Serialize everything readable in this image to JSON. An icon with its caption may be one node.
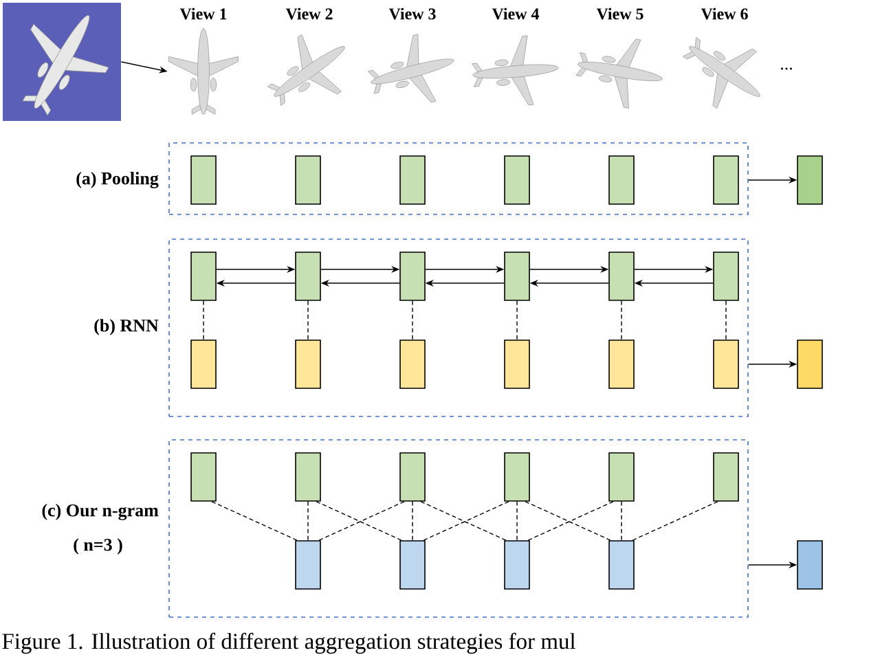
{
  "diagram": {
    "caption": "Figure 1. Illustration of different aggregation strategies for mul",
    "nodes": [
      {
        "text": [],
        "shape": "picture"
      },
      {
        "text": [],
        "shape": "picture",
        "beside": [
          "View 1"
        ]
      },
      {
        "text": [],
        "shape": "picture",
        "beside": [
          "View 2"
        ]
      },
      {
        "text": [],
        "shape": "picture",
        "beside": [
          "View 3"
        ]
      },
      {
        "text": [],
        "shape": "picture",
        "beside": [
          "View 4"
        ]
      },
      {
        "text": [],
        "shape": "picture",
        "beside": [
          "View 5"
        ]
      },
      {
        "text": [],
        "shape": "picture",
        "beside": [
          "View 6"
        ]
      },
      {
        "text": [
          "(a) Pooling"
        ]
      },
      {
        "text": [],
        "shape": "box",
        "in": 7
      },
      {
        "text": [],
        "shape": "box",
        "in": 7
      },
      {
        "text": [],
        "shape": "box",
        "in": 7
      },
      {
        "text": [],
        "shape": "box",
        "in": 7
      },
      {
        "text": [],
        "shape": "box",
        "in": 7
      },
      {
        "text": [],
        "shape": "box",
        "in": 7
      },
      {
        "text": [],
        "shape": "box"
      },
      {
        "text": [
          "(b) RNN"
        ]
      },
      {
        "text": [],
        "shape": "box",
        "in": 15
      },
      {
        "text": [],
        "shape": "box",
        "in": 15
      },
      {
        "text": [],
        "shape": "box",
        "in": 15
      },
      {
        "text": [],
        "shape": "box",
        "in": 15
      },
      {
        "text": [],
        "shape": "box",
        "in": 15
      },
      {
        "text": [],
        "shape": "box",
        "in": 15
      },
      {
        "text": [],
        "shape": "box",
        "in": 15
      },
      {
        "text": [],
        "shape": "box",
        "in": 15
      },
      {
        "text": [],
        "shape": "box",
        "in": 15
      },
      {
        "text": [],
        "shape": "box",
        "in": 15
      },
      {
        "text": [],
        "shape": "box",
        "in": 15
      },
      {
        "text": [],
        "shape": "box",
        "in": 15
      },
      {
        "text": [],
        "shape": "box"
      },
      {
        "text": [
          "(c) Our n-gram",
          "( n=3 )"
        ]
      },
      {
        "text": [],
        "shape": "box",
        "in": 29
      },
      {
        "text": [],
        "shape": "box",
        "in": 29
      },
      {
        "text": [],
        "shape": "box",
        "in": 29
      },
      {
        "text": [],
        "shape": "box",
        "in": 29
      },
      {
        "text": [],
        "shape": "box",
        "in": 29
      },
      {
        "text": [],
        "shape": "box",
        "in": 29
      },
      {
        "text": [],
        "shape": "box",
        "in": 29
      },
      {
        "text": [],
        "shape": "box",
        "in": 29
      },
      {
        "text": [],
        "shape": "box",
        "in": 29
      },
      {
        "text": [],
        "shape": "box",
        "in": 29
      },
      {
        "text": [],
        "shape": "box"
      }
    ],
    "edges": [
      {
        "from": 0,
        "to": 1,
        "arrow": "to"
      },
      {
        "from": 7,
        "to": 14,
        "arrow": "to"
      },
      {
        "from": 16,
        "to": 17,
        "arrow": "to"
      },
      {
        "from": 17,
        "to": 16,
        "arrow": "to"
      },
      {
        "from": 17,
        "to": 18,
        "arrow": "to"
      },
      {
        "from": 18,
        "to": 17,
        "arrow": "to"
      },
      {
        "from": 18,
        "to": 19,
        "arrow": "to"
      },
      {
        "from": 19,
        "to": 18,
        "arrow": "to"
      },
      {
        "from": 19,
        "to": 20,
        "arrow": "to"
      },
      {
        "from": 20,
        "to": 19,
        "arrow": "to"
      },
      {
        "from": 20,
        "to": 21,
        "arrow": "to"
      },
      {
        "from": 21,
        "to": 20,
        "arrow": "to"
      },
      {
        "from": 16,
        "to": 22,
        "arrow": "none",
        "style": "dashed"
      },
      {
        "from": 17,
        "to": 23,
        "arrow": "none",
        "style": "dashed"
      },
      {
        "from": 18,
        "to": 24,
        "arrow": "none",
        "style": "dashed"
      },
      {
        "from": 19,
        "to": 25,
        "arrow": "none",
        "style": "dashed"
      },
      {
        "from": 20,
        "to": 26,
        "arrow": "none",
        "style": "dashed"
      },
      {
        "from": 21,
        "to": 27,
        "arrow": "none",
        "style": "dashed"
      },
      {
        "from": 15,
        "to": 28,
        "arrow": "to"
      },
      {
        "from": 30,
        "to": 36,
        "arrow": "none",
        "style": "dashed"
      },
      {
        "from": 31,
        "to": 36,
        "arrow": "none",
        "style": "dashed"
      },
      {
        "from": 32,
        "to": 36,
        "arrow": "none",
        "style": "dashed"
      },
      {
        "from": 31,
        "to": 37,
        "arrow": "none",
        "style": "dashed"
      },
      {
        "from": 32,
        "to": 37,
        "arrow": "none",
        "style": "dashed"
      },
      {
        "from": 33,
        "to": 37,
        "arrow": "none",
        "style": "dashed"
      },
      {
        "from": 32,
        "to": 38,
        "arrow": "none",
        "style": "dashed"
      },
      {
        "from": 33,
        "to": 38,
        "arrow": "none",
        "style": "dashed"
      },
      {
        "from": 34,
        "to": 38,
        "arrow": "none",
        "style": "dashed"
      },
      {
        "from": 33,
        "to": 39,
        "arrow": "none",
        "style": "dashed"
      },
      {
        "from": 34,
        "to": 39,
        "arrow": "none",
        "style": "dashed"
      },
      {
        "from": 35,
        "to": 39,
        "arrow": "none",
        "style": "dashed"
      },
      {
        "from": 29,
        "to": 40,
        "arrow": "to"
      }
    ],
    "labels": [
      "..."
    ]
  }
}
